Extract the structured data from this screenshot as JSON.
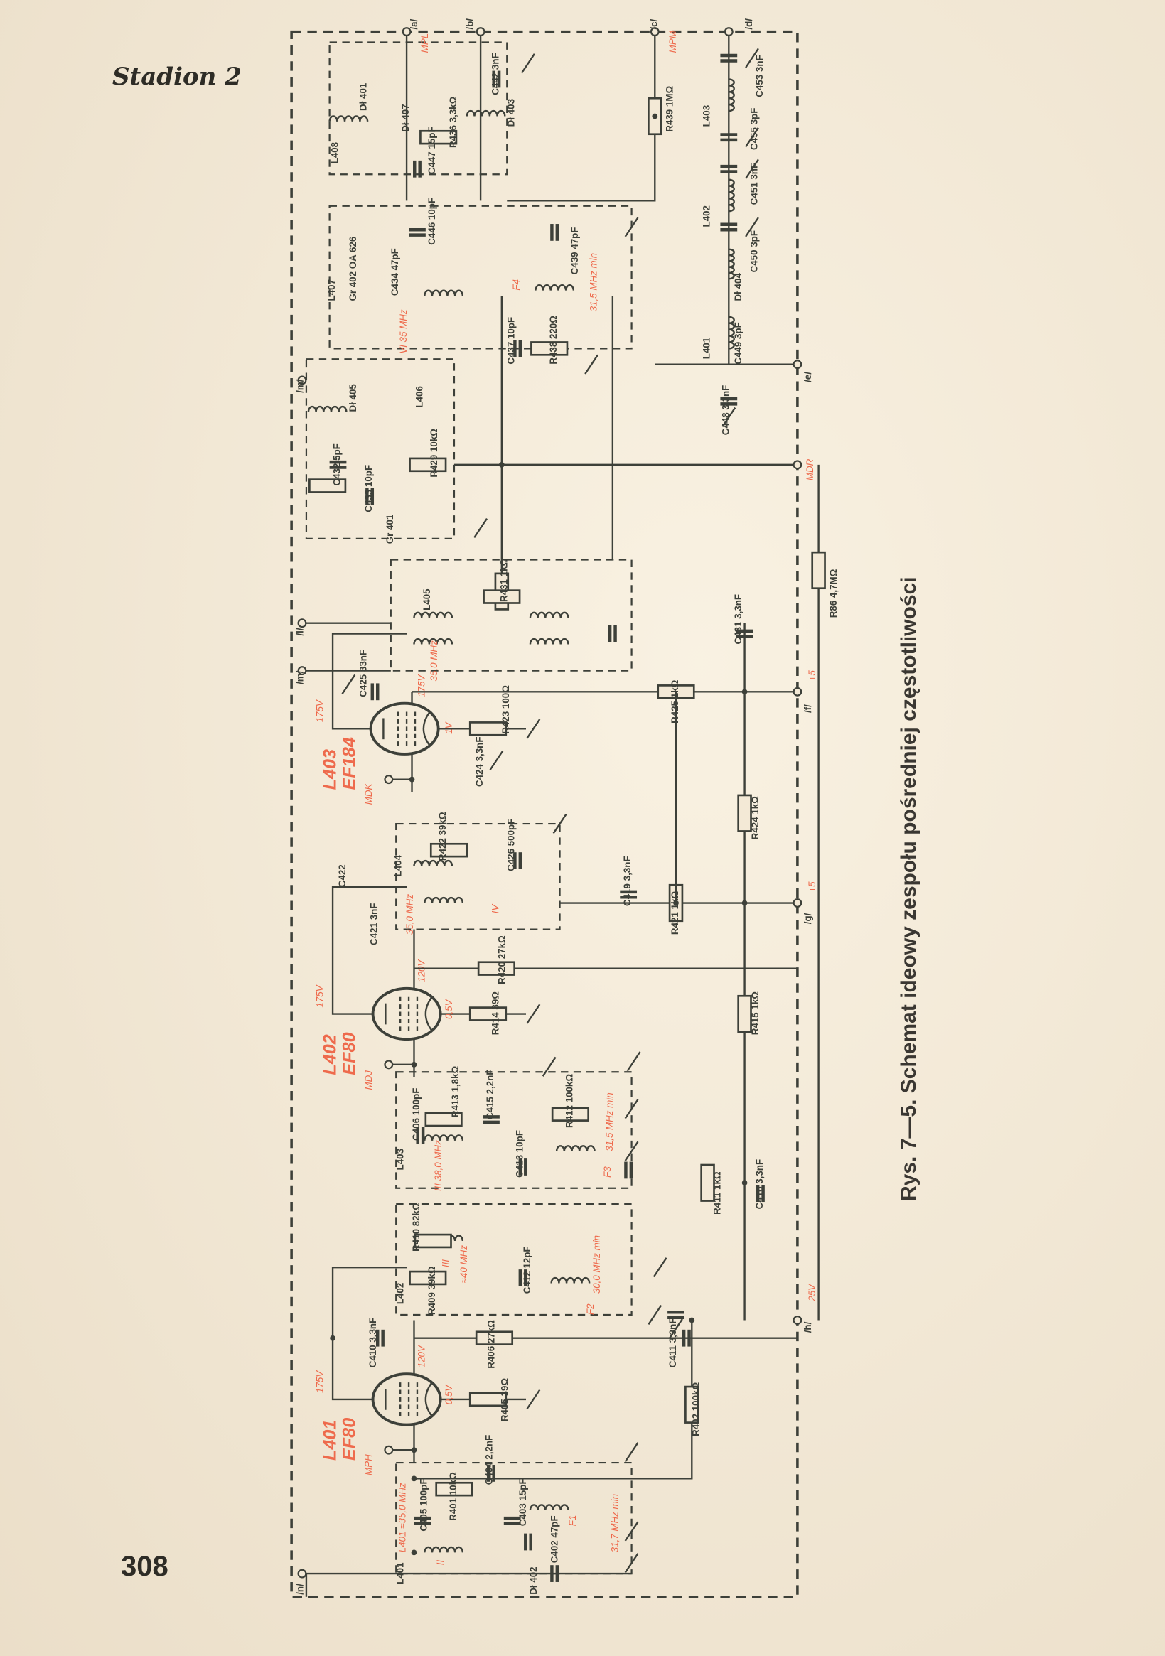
{
  "page": {
    "header": "Stadion 2",
    "page_number": "308",
    "caption": "Rys. 7—5. Schemat ideowy zespołu pośredniej częstotliwości"
  },
  "colors": {
    "ink": "#3d4039",
    "red": "#ee6a4c",
    "paper": "#f3e9d6"
  },
  "tubes": [
    {
      "ref": "L401",
      "type": "EF80",
      "plate_v": "175V",
      "screen_v": "120V",
      "cathode_v": "0,5V",
      "terminal": "MPH"
    },
    {
      "ref": "L402",
      "type": "EF80",
      "plate_v": "175V",
      "screen_v": "120V",
      "cathode_v": "0,5V",
      "terminal": "MDJ"
    },
    {
      "ref": "L403",
      "type": "EF184",
      "plate_v": "175V",
      "screen_v": "175V",
      "cathode_v": "1V",
      "terminal": "MDK"
    }
  ],
  "red_labels": {
    "l401f": "L401 ≈35,0 MHz",
    "ii": "II",
    "f1": "F1",
    "f1min": "31,7 MHz min",
    "iii": "III",
    "l402f": "≈40 MHz",
    "f2": "F2",
    "f2min": "30,0 MHz min",
    "iii2": "III 38,0 MHz",
    "f3": "F3",
    "f3min": "31,5 MHz min",
    "l404f": "35,0 MHz",
    "iv": "IV",
    "l405f": "35,0 MHz",
    "vi": "VI 35 MHz",
    "f4": "F4",
    "f4min": "31,5 MHz min",
    "mpl": "MPL",
    "mpm": "MPM",
    "mdr": "MDR",
    "p5a": "+5",
    "p5b": "+5",
    "v25": "25V"
  },
  "components": {
    "C410": "C410 3,3nF",
    "R406": "R406 27kΩ",
    "R405": "R405 39Ω",
    "C404": "C404 2,2nF",
    "R401": "R401 10kΩ",
    "C405": "C405 100pF",
    "C403": "C403 15pF",
    "C402": "C402 47pF",
    "DL402": "Dł 402",
    "L401c": "L401",
    "R402": "R402 100kΩ",
    "C411": "C411 3,3nF",
    "R409": "R409 39kΩ",
    "L402c": "L402",
    "R410": "R410 82kΩ",
    "C412": "C412 12pF",
    "R411": "R411 1kΩ",
    "C416": "C416 3,3nF",
    "L403c": "L403",
    "C406": "C406 100pF",
    "R413": "R413 1,8kΩ",
    "C415": "C415 2,2nF",
    "R412": "R412 100kΩ",
    "C413": "C413 10pF",
    "R415": "R415 1kΩ",
    "R414": "R414 39Ω",
    "R420": "R420 27kΩ",
    "C421": "C421 3nF",
    "R421": "R421 1kΩ",
    "C419": "C419 3,3nF",
    "C422": "C422",
    "L404": "L404",
    "R422": "R422 39kΩ",
    "C426": "C426 500pF",
    "R424": "R424 1kΩ",
    "C424": "C424 3,3nF",
    "R423": "R423 100Ω",
    "C425": "C425 33nF",
    "R425": "R425 1kΩ",
    "C431": "C431 3,3nF",
    "R86": "R86 4,7MΩ",
    "L405": "L405",
    "R431": "R431 1kΩ",
    "R429": "R429 10kΩ",
    "C432": "C432 5pF",
    "C433": "C433 10pF",
    "GR401": "Gr 401",
    "L406": "L406",
    "DL405": "Dł 405",
    "C437": "C437 10pF",
    "R438": "R438 220Ω",
    "C439": "C439 47pF",
    "C434": "C434 47pF",
    "GR402": "Gr 402 OA 626",
    "L407": "L407",
    "C446": "C446 10pF",
    "C447": "C447 15pF",
    "R436": "R436 3,3kΩ",
    "L408": "L408",
    "DL407": "Dł 407",
    "DL401": "Dł 401",
    "C442": "C442 3nF",
    "DL403": "Dł 403",
    "R439": "R439 1MΩ",
    "C453": "C453 3nF",
    "C455": "C455 3pF",
    "C451": "C451 3nF",
    "C450": "C450 3pF",
    "DL404": "Dł 404",
    "L403f": "L403",
    "L402f": "L402",
    "L401f": "L401",
    "C449": "C449 3pF",
    "C448": "C448 3,3nF"
  },
  "terminals": {
    "a": "/a/",
    "b": "/b/",
    "c": "/c/",
    "d": "/d/",
    "e": "/e/",
    "f": "/f/",
    "g": "/g/",
    "h": "/h/",
    "m1": "/m/",
    "l": "/l/",
    "m2": "/m/",
    "n": "/n/"
  }
}
